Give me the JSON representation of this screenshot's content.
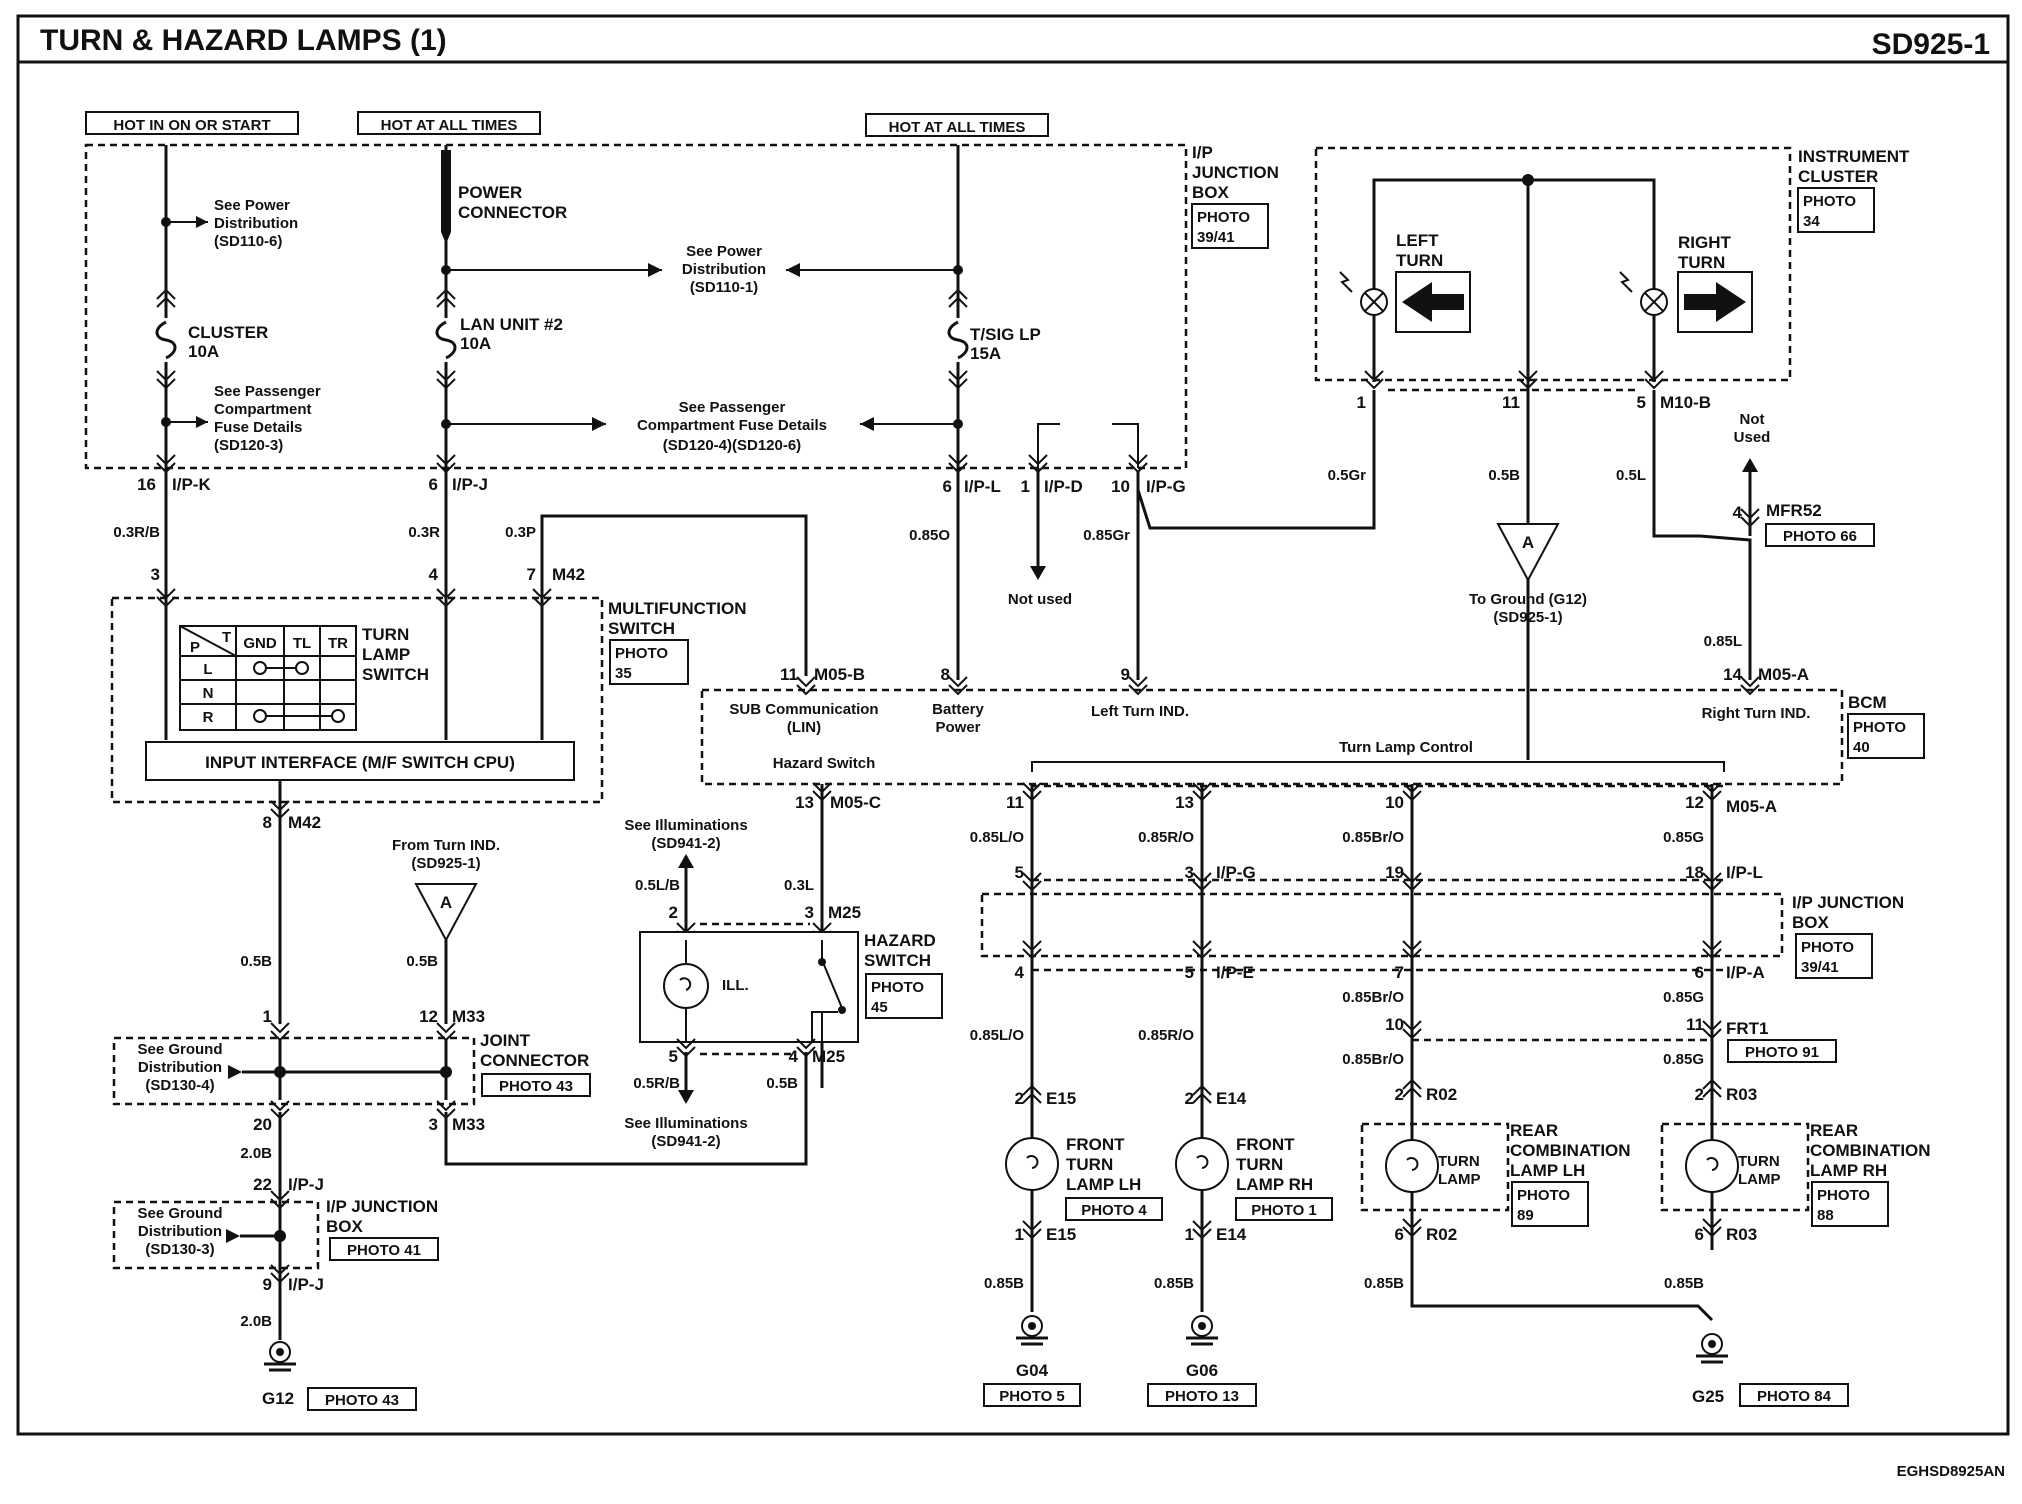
{
  "header": {
    "title": "TURN & HAZARD LAMPS (1)",
    "code": "SD925-1",
    "footer_code": "EGHSD8925AN"
  },
  "power": {
    "hot_on_start": "HOT IN ON OR START",
    "hot_all_1": "HOT AT ALL TIMES",
    "hot_all_2": "HOT AT ALL TIMES"
  },
  "ipjb_top": {
    "title": [
      "I/P",
      "JUNCTION",
      "BOX"
    ],
    "photo": [
      "PHOTO",
      "39/41"
    ]
  },
  "fuses": {
    "cluster": {
      "name": "CLUSTER",
      "amp": "10A"
    },
    "lan": {
      "name": "LAN UNIT #2",
      "amp": "10A"
    },
    "tsig": {
      "name": "T/SIG LP",
      "amp": "15A"
    },
    "power_connector": [
      "POWER",
      "CONNECTOR"
    ]
  },
  "refs": {
    "pd1": [
      "See Power",
      "Distribution",
      "(SD110-6)"
    ],
    "pd2": [
      "See Power",
      "Distribution",
      "(SD110-1)"
    ],
    "pcf1": [
      "See Passenger",
      "Compartment",
      "Fuse Details",
      "(SD120-3)"
    ],
    "pcf2": [
      "See Passenger",
      "Compartment Fuse Details",
      "(SD120-4)(SD120-6)"
    ],
    "not_used_1": "Not used",
    "not_used_2": [
      "Not",
      "Used"
    ],
    "to_ground": [
      "To Ground (G12)",
      "(SD925-1)"
    ],
    "from_turn": [
      "From Turn IND.",
      "(SD925-1)"
    ],
    "ill_top": [
      "See Illuminations",
      "(SD941-2)"
    ],
    "ill_bot": [
      "See Illuminations",
      "(SD941-2)"
    ],
    "gnd1": [
      "See Ground",
      "Distribution",
      "(SD130-4)"
    ],
    "gnd2": [
      "See Ground",
      "Distribution",
      "(SD130-3)"
    ],
    "connector_a": "A"
  },
  "cluster": {
    "title": [
      "INSTRUMENT",
      "CLUSTER"
    ],
    "photo": [
      "PHOTO",
      "34"
    ],
    "left": [
      "LEFT",
      "TURN"
    ],
    "right": [
      "RIGHT",
      "TURN"
    ],
    "pin_l": "1",
    "pin_m": "11",
    "pin_r": "5",
    "conn": "M10-B"
  },
  "pins": {
    "p16": "16",
    "ipk": "I/P-K",
    "p6a": "6",
    "ipj": "I/P-J",
    "p6b": "6",
    "ipl": "I/P-L",
    "p1": "1",
    "ipd": "I/P-D",
    "p10": "10",
    "ipg": "I/P-G",
    "p3": "3",
    "p4": "4",
    "p7": "7",
    "m42": "M42",
    "p8": "8",
    "m42b": "M42",
    "p11": "11",
    "m05b": "M05-B",
    "p8b": "8",
    "p9": "9",
    "p14": "14",
    "m05a": "M05-A",
    "p4m": "4",
    "mfr52": "MFR52",
    "photo66": "PHOTO 66",
    "p13": "13",
    "m05c": "M05-C",
    "p2": "2",
    "p3h": "3",
    "m25": "M25",
    "p5": "5",
    "p4h": "4",
    "m25b": "M25",
    "p1j": "1",
    "p12j": "12",
    "m33": "M33",
    "p20": "20",
    "p3j": "3",
    "m33b": "M33",
    "p22": "22",
    "ipj2": "I/P-J",
    "p9j": "9",
    "ipj3": "I/P-J"
  },
  "wires": {
    "w03rb": "0.3R/B",
    "w03r": "0.3R",
    "w03p": "0.3P",
    "w085o": "0.85O",
    "w085gr": "0.85Gr",
    "w05gr": "0.5Gr",
    "w05b": "0.5B",
    "w05l": "0.5L",
    "w085l": "0.85L",
    "w05b2": "0.5B",
    "w05b3": "0.5B",
    "w20b": "2.0B",
    "w20b2": "2.0B",
    "w05lb": "0.5L/B",
    "w03l": "0.3L",
    "w05rb": "0.5R/B",
    "w05b4": "0.5B"
  },
  "mfs": {
    "title": [
      "MULTIFUNCTION",
      "SWITCH"
    ],
    "photo": [
      "PHOTO",
      "35"
    ],
    "turn": [
      "TURN",
      "LAMP",
      "SWITCH"
    ],
    "interface": "INPUT INTERFACE (M/F SWITCH CPU)",
    "table": {
      "corner_p": "P",
      "corner_t": "T",
      "cols": [
        "GND",
        "TL",
        "TR"
      ],
      "rows": [
        "L",
        "N",
        "R"
      ]
    }
  },
  "bcm": {
    "title": "BCM",
    "photo": [
      "PHOTO",
      "40"
    ],
    "sub_comm": [
      "SUB Communication",
      "(LIN)"
    ],
    "battery": [
      "Battery",
      "Power"
    ],
    "left_ind": "Left Turn IND.",
    "right_ind": "Right Turn IND.",
    "hazard": "Hazard Switch",
    "control": "Turn Lamp Control"
  },
  "hazard": {
    "title": [
      "HAZARD",
      "SWITCH"
    ],
    "photo": [
      "PHOTO",
      "45"
    ],
    "ill": "ILL."
  },
  "joint": {
    "title": [
      "JOINT",
      "CONNECTOR"
    ],
    "photo": "PHOTO 43"
  },
  "ipjb_bot": {
    "title": [
      "I/P JUNCTION",
      "BOX"
    ],
    "photo": "PHOTO 41"
  },
  "ipjb_mid": {
    "title": [
      "I/P JUNCTION",
      "BOX"
    ],
    "photo": [
      "PHOTO",
      "39/41"
    ]
  },
  "grounds": {
    "g12": "G12",
    "g12_photo": "PHOTO 43",
    "g04": "G04",
    "g04_photo": "PHOTO 5",
    "g06": "G06",
    "g06_photo": "PHOTO 13",
    "g25": "G25",
    "g25_photo": "PHOTO 84"
  },
  "lamps": {
    "flh": {
      "name": [
        "FRONT",
        "TURN",
        "LAMP LH"
      ],
      "photo": "PHOTO 4"
    },
    "frh": {
      "name": [
        "FRONT",
        "TURN",
        "LAMP RH"
      ],
      "photo": "PHOTO 1"
    },
    "rlh": {
      "name": [
        "REAR",
        "COMBINATION",
        "LAMP LH"
      ],
      "photo": [
        "PHOTO",
        "89"
      ],
      "inner": [
        "TURN",
        "LAMP"
      ]
    },
    "rrh": {
      "name": [
        "REAR",
        "COMBINATION",
        "LAMP RH"
      ],
      "photo": [
        "PHOTO",
        "88"
      ],
      "inner": [
        "TURN",
        "LAMP"
      ]
    }
  },
  "branches": [
    {
      "p_top": "11",
      "w1": "0.85L/O",
      "p_ipg": "5",
      "p_ipe": "4",
      "w2": "0.85L/O",
      "p_e": "2",
      "conn_e": "E15",
      "p_e2": "1",
      "conn_e2": "E15",
      "w3": "0.85B"
    },
    {
      "p_top": "13",
      "w1": "0.85R/O",
      "p_ipg": "3",
      "ipg": "I/P-G",
      "p_ipe": "5",
      "ipe": "I/P-E",
      "w2": "0.85R/O",
      "p_e": "2",
      "conn_e": "E14",
      "p_e2": "1",
      "conn_e2": "E14",
      "w3": "0.85B"
    },
    {
      "p_top": "10",
      "w1": "0.85Br/O",
      "p_ipg": "19",
      "p_ipe": "7",
      "w2": "0.85Br/O",
      "p_frt": "10",
      "w3": "0.85Br/O",
      "p_r": "2",
      "conn_r": "R02",
      "p_r2": "6",
      "conn_r2": "R02",
      "w4": "0.85B"
    },
    {
      "p_top": "12",
      "conn_top": "M05-A",
      "w1": "0.85G",
      "p_ipg": "18",
      "ipl": "I/P-L",
      "p_ipe": "6",
      "ipa": "I/P-A",
      "w2": "0.85G",
      "p_frt": "11",
      "frt": "FRT1",
      "frt_photo": "PHOTO 91",
      "w3": "0.85G",
      "p_r": "2",
      "conn_r": "R03",
      "p_r2": "6",
      "conn_r2": "R03",
      "w4": "0.85B"
    }
  ]
}
